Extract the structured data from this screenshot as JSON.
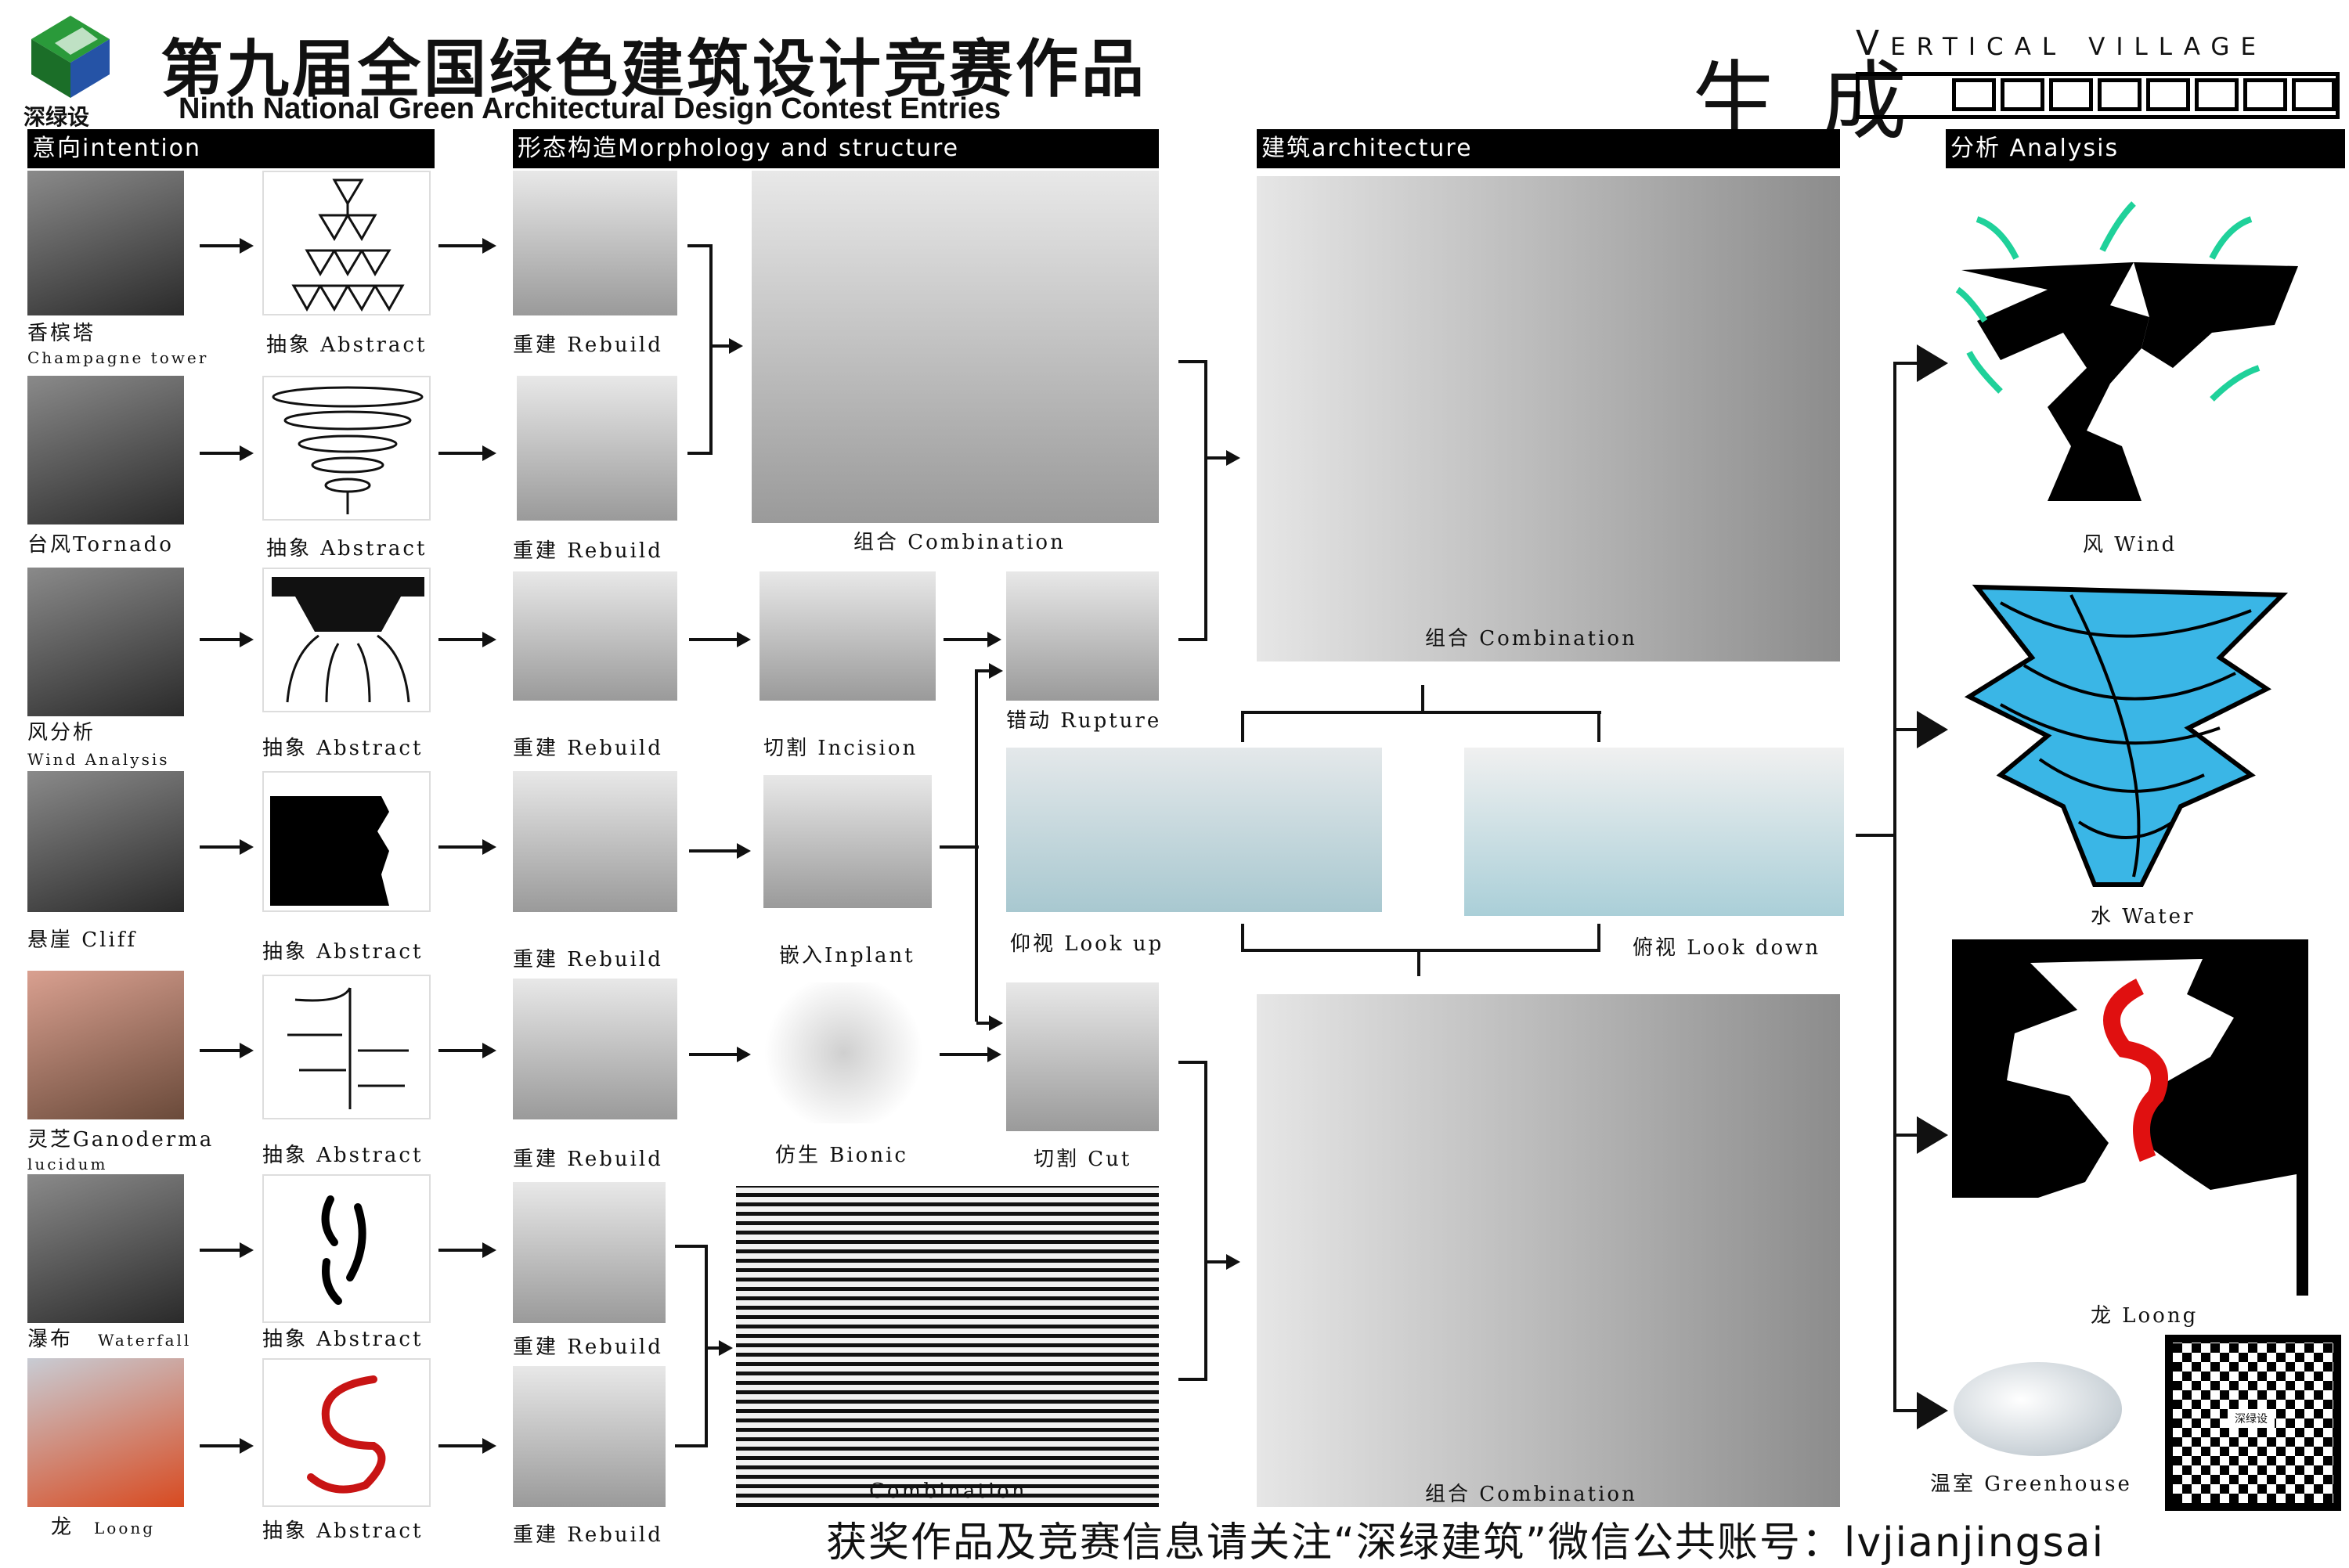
{
  "header": {
    "logo_text": "深绿设",
    "title_cn": "第九届全国绿色建筑设计竞赛作品",
    "title_en": "Ninth National Green Architectural Design Contest Entries",
    "project_cn": "生 成",
    "project_en": "Vertical village"
  },
  "sections": {
    "intention": "意向intention",
    "morphology": "形态构造Morphology and structure",
    "architecture": "建筑architecture",
    "analysis": "分析 Analysis"
  },
  "intention_rows": [
    {
      "cn": "香槟塔",
      "en": "Champagne tower"
    },
    {
      "cn": "台风Tornado",
      "en": ""
    },
    {
      "cn": "风分析",
      "en": "Wind Analysis"
    },
    {
      "cn": "悬崖 Cliff",
      "en": ""
    },
    {
      "cn": "灵芝Ganoderma",
      "en": "lucidum"
    },
    {
      "cn": "瀑布",
      "en": "Waterfall"
    },
    {
      "cn": "龙",
      "en": "Loong"
    }
  ],
  "labels": {
    "abstract": "抽象 Abstract",
    "rebuild": "重建 Rebuild",
    "combination": "组合 Combination",
    "combination_en": "Combination",
    "incision": "切割 Incision",
    "rupture": "错动 Rupture",
    "inplant": "嵌入Inplant",
    "bionic": "仿生 Bionic",
    "cut": "切割 Cut",
    "look_up": "仰视 Look up",
    "look_down": "俯视 Look down"
  },
  "analysis": {
    "wind": "风 Wind",
    "water": "水 Water",
    "loong": "龙 Loong",
    "greenhouse": "温室 Greenhouse"
  },
  "footer": {
    "text": "获奖作品及竞赛信息请关注“深绿建筑”微信公共账号：lvjianjingsai",
    "qr_logo": "深绿设"
  },
  "colors": {
    "wind_arrow": "#1fd19a",
    "water": "#3ab6e6",
    "loong": "#e01010"
  }
}
